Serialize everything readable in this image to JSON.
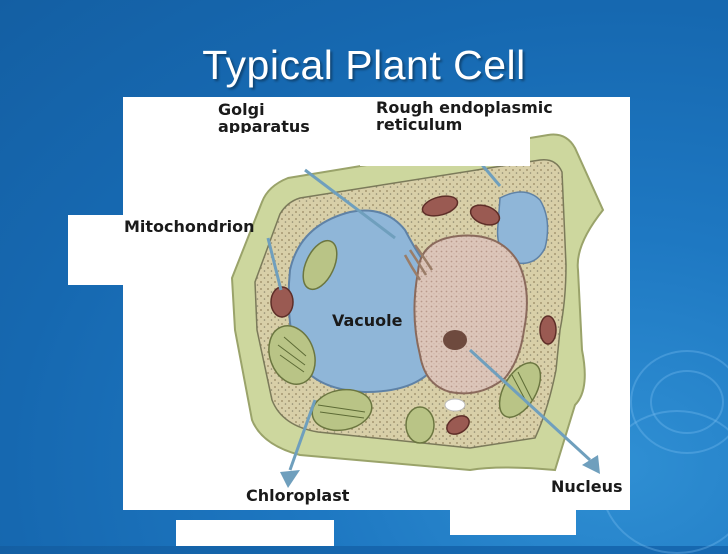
{
  "slide": {
    "title": "Typical Plant Cell"
  },
  "labels": {
    "golgi_line1": "Golgi",
    "golgi_line2": "apparatus",
    "rer_line1": "Rough endoplasmic",
    "rer_line2": "reticulum",
    "mitochondrion": "Mitochondrion",
    "vacuole": "Vacuole",
    "chloroplast": "Chloroplast",
    "nucleus": "Nucleus"
  },
  "colors": {
    "background": "#1668b0",
    "cell_wall": "#cdd79e",
    "cytoplasm": "#d8cfa8",
    "vacuole": "#8fb6d8",
    "nucleus": "#d9c3b6",
    "mitochondrion": "#9a5a52",
    "chloroplast": "#b9c486",
    "pointer": "#6f9fbd"
  }
}
